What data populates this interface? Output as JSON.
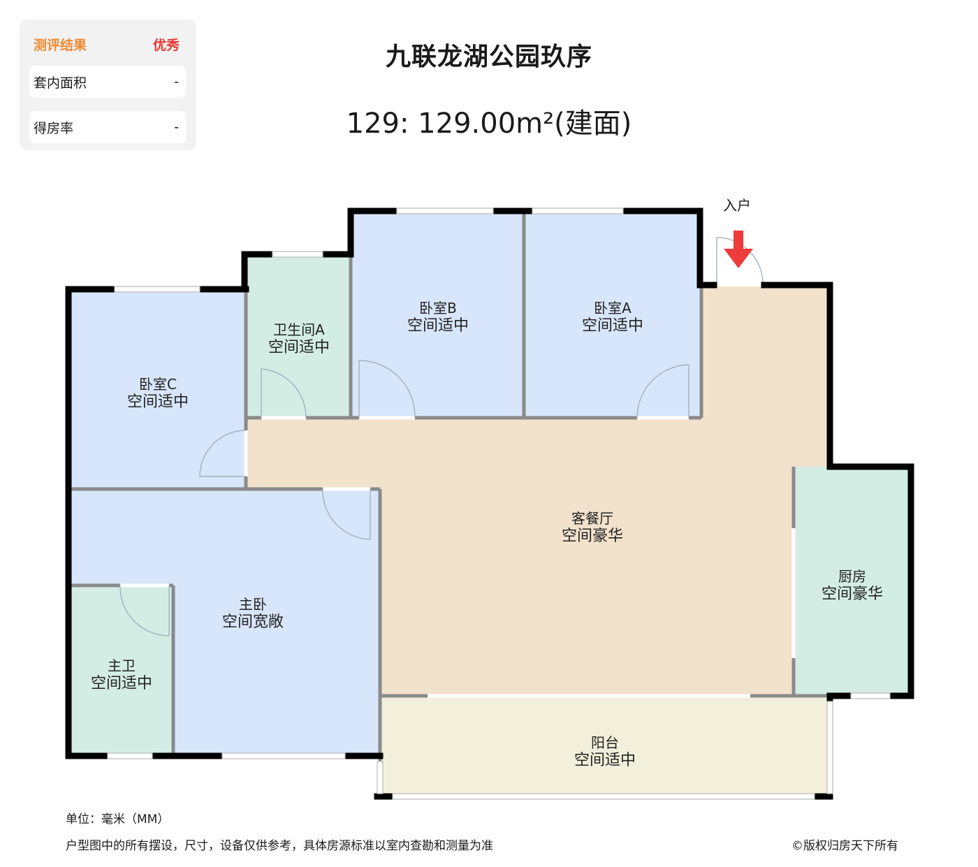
{
  "evaluation": {
    "label": "测评结果",
    "grade": "优秀",
    "rows": [
      {
        "label": "套内面积",
        "value": "-"
      },
      {
        "label": "得房率",
        "value": "-"
      }
    ]
  },
  "header": {
    "title": "九联龙湖公园玖序",
    "subtitle": "129: 129.00m²(建面)"
  },
  "entry": {
    "label": "入户",
    "arrow_color": "#ee3b3b"
  },
  "rooms": [
    {
      "id": "bedroom-c",
      "name": "卧室C",
      "rating": "空间适中",
      "fill": "#d8e6fb"
    },
    {
      "id": "bathroom-a",
      "name": "卫生间A",
      "rating": "空间适中",
      "fill": "#d3ede4"
    },
    {
      "id": "bedroom-b",
      "name": "卧室B",
      "rating": "空间适中",
      "fill": "#d8e6fb"
    },
    {
      "id": "bedroom-a",
      "name": "卧室A",
      "rating": "空间适中",
      "fill": "#d8e6fb"
    },
    {
      "id": "living-dining",
      "name": "客餐厅",
      "rating": "空间豪华",
      "fill": "#f2e2cc"
    },
    {
      "id": "kitchen",
      "name": "厨房",
      "rating": "空间豪华",
      "fill": "#d3ede4"
    },
    {
      "id": "master-bedroom",
      "name": "主卧",
      "rating": "空间宽敞",
      "fill": "#d8e6fb"
    },
    {
      "id": "master-bath",
      "name": "主卫",
      "rating": "空间适中",
      "fill": "#d3ede4"
    },
    {
      "id": "balcony",
      "name": "阳台",
      "rating": "空间适中",
      "fill": "#f2f0da"
    }
  ],
  "footer": {
    "unit": "单位：毫米（MM）",
    "disclaimer": "户型图中的所有摆设，尺寸，设备仅供参考，具体房源标准以室内查勘和测量为准",
    "copyright": "©版权归房天下所有"
  }
}
